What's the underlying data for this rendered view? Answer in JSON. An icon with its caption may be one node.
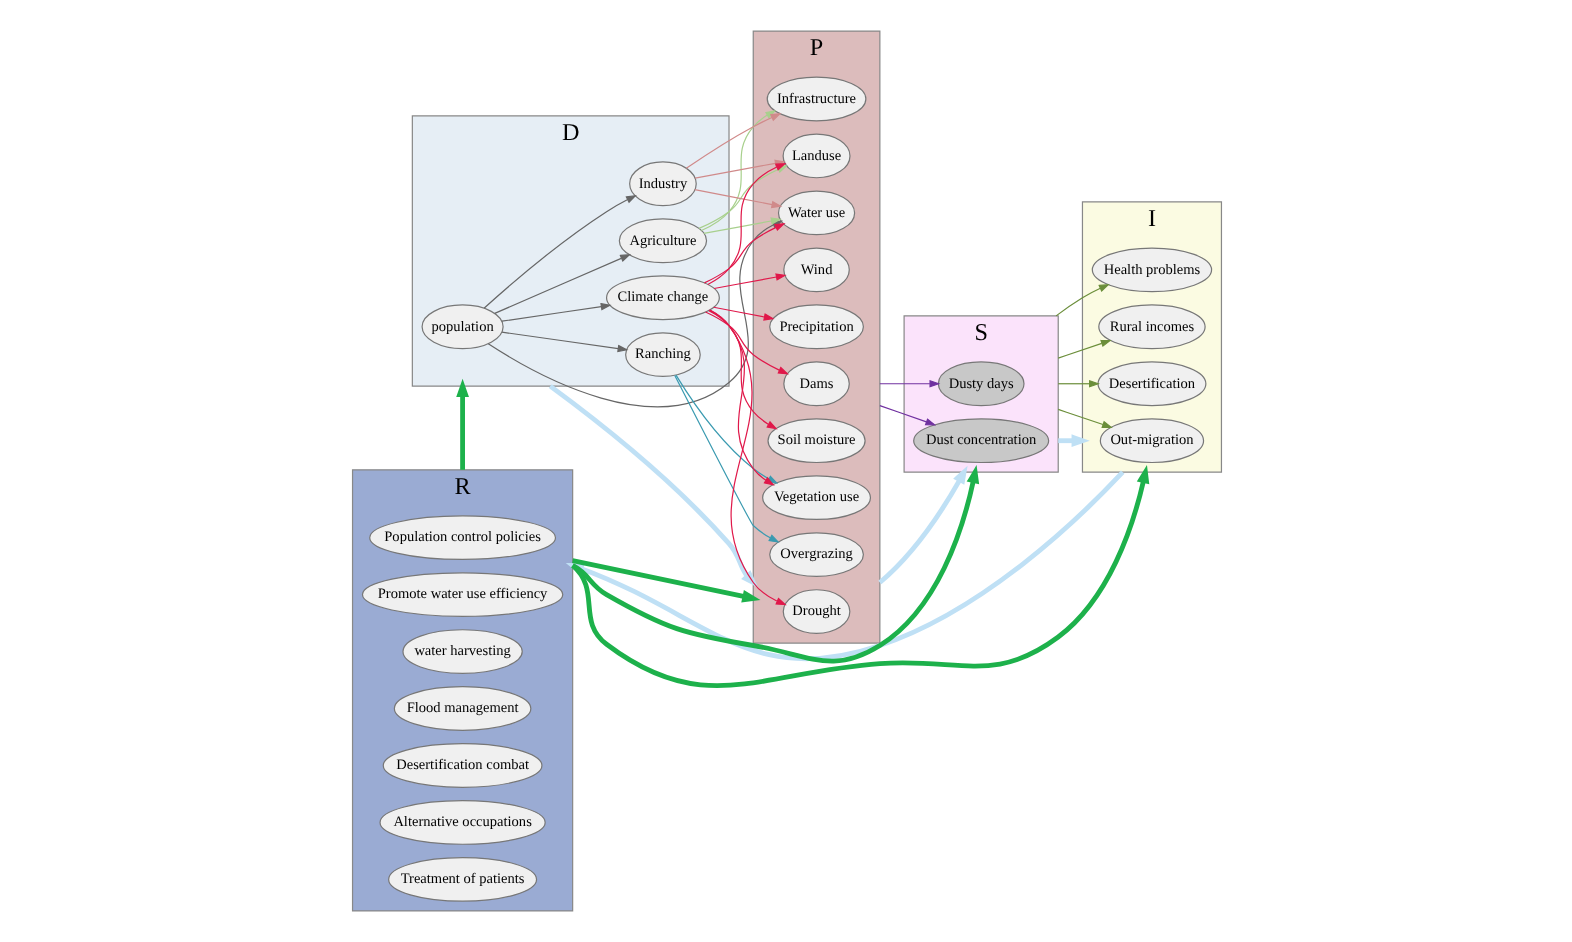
{
  "diagram": {
    "nodes": [
      {
        "text": [
          "D"
        ]
      },
      {
        "text": [
          "population"
        ],
        "in": 0
      },
      {
        "text": [
          "Agriculture"
        ],
        "in": 0
      },
      {
        "text": [
          "Industry"
        ],
        "in": 0
      },
      {
        "text": [
          "Ranching"
        ],
        "in": 0
      },
      {
        "text": [
          "Climate change"
        ],
        "in": 0
      },
      {
        "text": [
          "P"
        ]
      },
      {
        "text": [
          "Drought"
        ],
        "in": 6
      },
      {
        "text": [
          "Landuse"
        ],
        "in": 6
      },
      {
        "text": [
          "Soil moisture"
        ],
        "in": 6
      },
      {
        "text": [
          "Infrastructure"
        ],
        "in": 6
      },
      {
        "text": [
          "Wind"
        ],
        "in": 6
      },
      {
        "text": [
          "Overgrazing"
        ],
        "in": 6
      },
      {
        "text": [
          "Precipitation"
        ],
        "in": 6
      },
      {
        "text": [
          "Vegetation use"
        ],
        "in": 6
      },
      {
        "text": [
          "Water use"
        ],
        "in": 6
      },
      {
        "text": [
          "Dams"
        ],
        "in": 6
      },
      {
        "text": [
          "S"
        ]
      },
      {
        "text": [
          "Dust concentration"
        ],
        "in": 17
      },
      {
        "text": [
          "Dusty days"
        ],
        "in": 17
      },
      {
        "text": [
          "I"
        ]
      },
      {
        "text": [
          "Out-migration"
        ],
        "in": 20
      },
      {
        "text": [
          "Health problems"
        ],
        "in": 20
      },
      {
        "text": [
          "Rural incomes"
        ],
        "in": 20
      },
      {
        "text": [
          "Desertification"
        ],
        "in": 20
      },
      {
        "text": [
          "R"
        ]
      },
      {
        "text": [
          "Population control policies"
        ],
        "in": 25
      },
      {
        "text": [
          "Promote water use efficiency"
        ],
        "in": 25
      },
      {
        "text": [
          "water harvesting"
        ],
        "in": 25
      },
      {
        "text": [
          "Flood management"
        ],
        "in": 25
      },
      {
        "text": [
          "Desertification combat"
        ],
        "in": 25
      },
      {
        "text": [
          "Alternative occupations"
        ],
        "in": 25
      },
      {
        "text": [
          "Treatment of patients"
        ],
        "in": 25
      }
    ],
    "edges": [
      {
        "from": 0,
        "to": 6,
        "arrow": "to",
        "style": "thick",
        "color": "#bfe0f5"
      },
      {
        "from": 6,
        "to": 17,
        "arrow": "to",
        "style": "thick",
        "color": "#bfe0f5"
      },
      {
        "from": 17,
        "to": 20,
        "arrow": "to",
        "style": "thick",
        "color": "#bfe0f5"
      },
      {
        "from": 20,
        "to": 25,
        "arrow": "to",
        "style": "thick",
        "color": "#bfe0f5"
      },
      {
        "from": 1,
        "to": 2,
        "arrow": "to",
        "color": "#666666"
      },
      {
        "from": 1,
        "to": 3,
        "arrow": "to",
        "color": "#666666"
      },
      {
        "from": 1,
        "to": 4,
        "arrow": "to",
        "color": "#666666"
      },
      {
        "from": 1,
        "to": 5,
        "arrow": "to",
        "color": "#666666"
      },
      {
        "from": 1,
        "to": 15,
        "arrow": "to",
        "color": "#666666"
      },
      {
        "from": 2,
        "to": 8,
        "arrow": "to",
        "color": "#a8d08d"
      },
      {
        "from": 2,
        "to": 10,
        "arrow": "to",
        "color": "#a8d08d"
      },
      {
        "from": 2,
        "to": 15,
        "arrow": "to",
        "color": "#a8d08d"
      },
      {
        "from": 3,
        "to": 8,
        "arrow": "to",
        "color": "#d08a8a"
      },
      {
        "from": 3,
        "to": 10,
        "arrow": "to",
        "color": "#d08a8a"
      },
      {
        "from": 3,
        "to": 15,
        "arrow": "to",
        "color": "#d08a8a"
      },
      {
        "from": 4,
        "to": 12,
        "arrow": "to",
        "color": "#3a9ab0"
      },
      {
        "from": 4,
        "to": 14,
        "arrow": "to",
        "color": "#3a9ab0"
      },
      {
        "from": 5,
        "to": 7,
        "arrow": "to",
        "color": "#e0184a"
      },
      {
        "from": 5,
        "to": 9,
        "arrow": "to",
        "color": "#e0184a"
      },
      {
        "from": 5,
        "to": 11,
        "arrow": "to",
        "color": "#e0184a"
      },
      {
        "from": 5,
        "to": 13,
        "arrow": "to",
        "color": "#e0184a"
      },
      {
        "from": 5,
        "to": 15,
        "arrow": "to",
        "color": "#e0184a"
      },
      {
        "from": 5,
        "to": 8,
        "arrow": "to",
        "color": "#e0184a"
      },
      {
        "from": 5,
        "to": 14,
        "arrow": "to",
        "color": "#e0184a"
      },
      {
        "from": 5,
        "to": 16,
        "arrow": "to",
        "color": "#e0184a"
      },
      {
        "from": 6,
        "to": 18,
        "arrow": "to",
        "color": "#7030a0"
      },
      {
        "from": 6,
        "to": 19,
        "arrow": "to",
        "color": "#7030a0"
      },
      {
        "from": 17,
        "to": 21,
        "arrow": "to",
        "color": "#6b8e3a"
      },
      {
        "from": 17,
        "to": 22,
        "arrow": "to",
        "color": "#6b8e3a"
      },
      {
        "from": 17,
        "to": 23,
        "arrow": "to",
        "color": "#6b8e3a"
      },
      {
        "from": 17,
        "to": 24,
        "arrow": "to",
        "color": "#6b8e3a"
      },
      {
        "from": 25,
        "to": 0,
        "arrow": "to",
        "style": "thick",
        "color": "#1db14b"
      },
      {
        "from": 25,
        "to": 6,
        "arrow": "to",
        "style": "thick",
        "color": "#1db14b"
      },
      {
        "from": 25,
        "to": 17,
        "arrow": "to",
        "style": "thick",
        "color": "#1db14b"
      },
      {
        "from": 25,
        "to": 20,
        "arrow": "to",
        "style": "thick",
        "color": "#1db14b"
      }
    ]
  }
}
